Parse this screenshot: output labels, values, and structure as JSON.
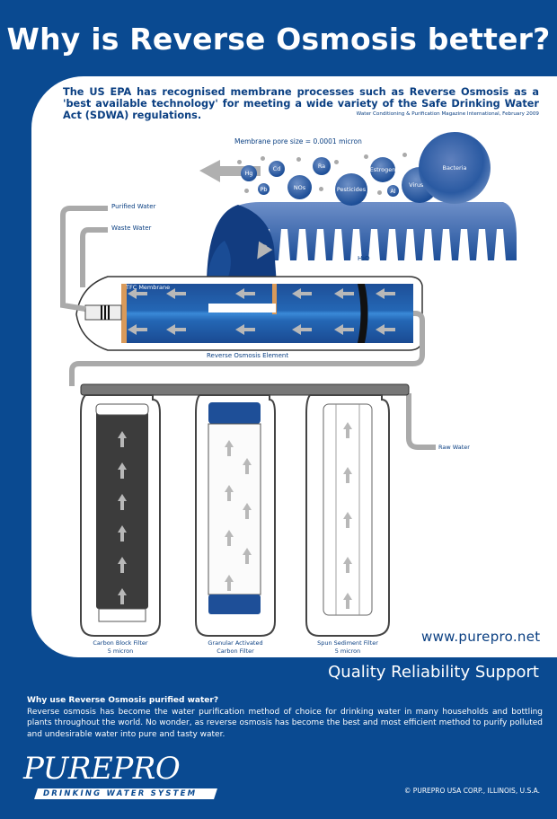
{
  "header": {
    "title": "Why is Reverse Osmosis better?"
  },
  "intro": {
    "quote": "The US EPA has recognised membrane processes such as Reverse Osmosis as a 'best available technology' for meeting a wide variety of the Safe Drinking Water Act (SDWA) regulations.",
    "source": "Water Conditioning & Purification Magazine International, February 2009"
  },
  "membrane": {
    "pore_size_label": "Membrane pore size = 0.0001 micron",
    "contaminants": [
      "Hg",
      "Cd",
      "Pb",
      "NOs",
      "Ra",
      "Pesticides",
      "Estrogen",
      "Al",
      "Viruses",
      "Bacteria"
    ],
    "water_label": "H₂O"
  },
  "ro_element": {
    "purified_water_label": "Purified Water",
    "waste_water_label": "Waste Water",
    "membrane_label": "TFC Membrane",
    "element_label": "Reverse Osmosis Element"
  },
  "filters": [
    {
      "name_line1": "Carbon Block Filter",
      "name_line2": "5 micron"
    },
    {
      "name_line1": "Granular Activated",
      "name_line2": "Carbon Filter"
    },
    {
      "name_line1": "Spun Sediment Filter",
      "name_line2": "5 micron"
    }
  ],
  "raw_water_label": "Raw Water",
  "website": "www.purepro.net",
  "tagline": "Quality Reliability Support",
  "why": {
    "heading": "Why use Reverse Osmosis purified water?",
    "body": "Reverse osmosis has become the water purification method of choice for drinking water in many households and bottling plants throughout the world.  No wonder, as reverse osmosis has become the best and most efficient method to purify polluted and undesirable water into pure and tasty water."
  },
  "brand": {
    "logo_word": "PUREPRO",
    "logo_tagline": "DRINKING WATER SYSTEM",
    "copyright": "© PUREPRO USA CORP., ILLINOIS, U.S.A."
  },
  "colors": {
    "brand_blue": "#0a4a91",
    "text_blue": "#0a3f82",
    "membrane_blue": "#1e4f98",
    "pipe_gray": "#aaaaaa",
    "carbon_dark": "#3c3c3c"
  }
}
